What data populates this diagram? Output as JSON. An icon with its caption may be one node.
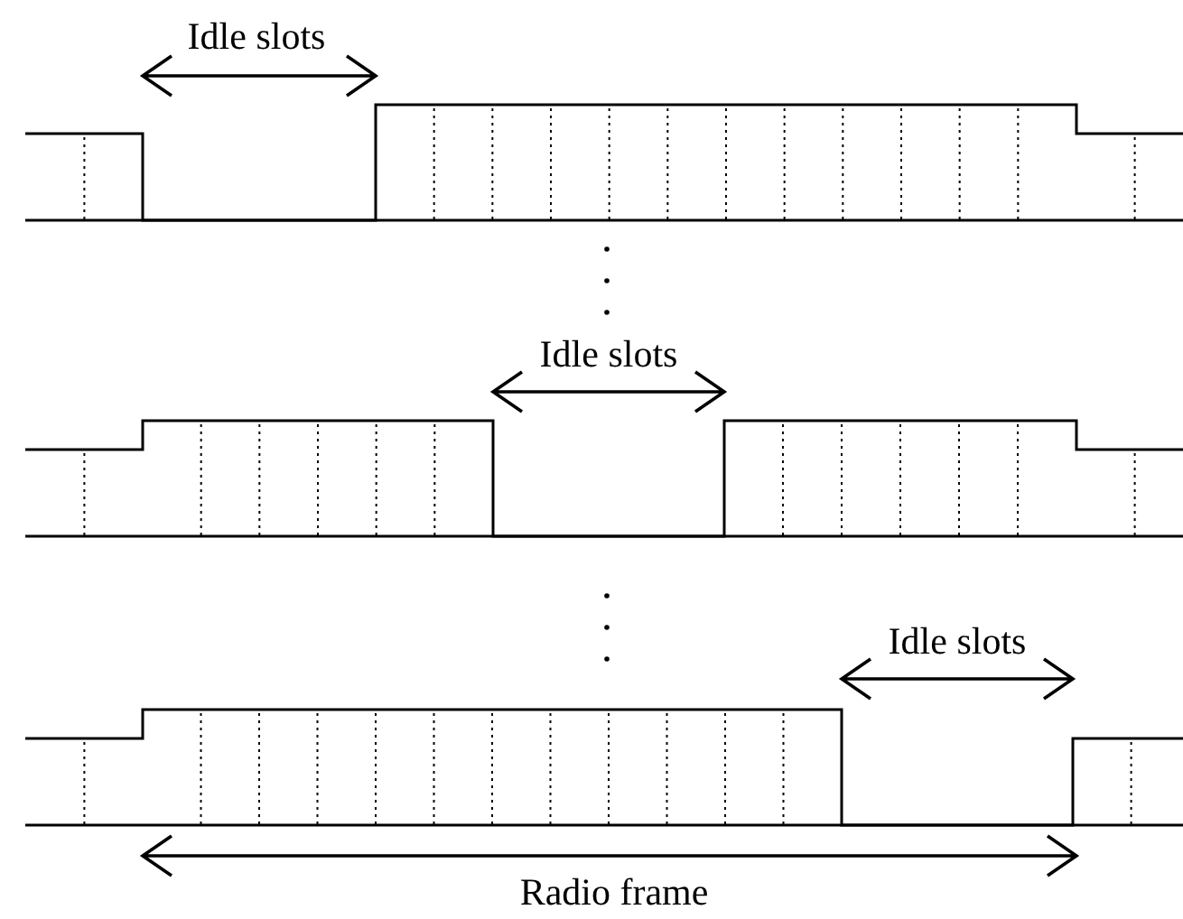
{
  "diagram": {
    "labels": [
      "Idle slots",
      "Idle slots",
      "Idle slots",
      "Radio frame"
    ]
  }
}
